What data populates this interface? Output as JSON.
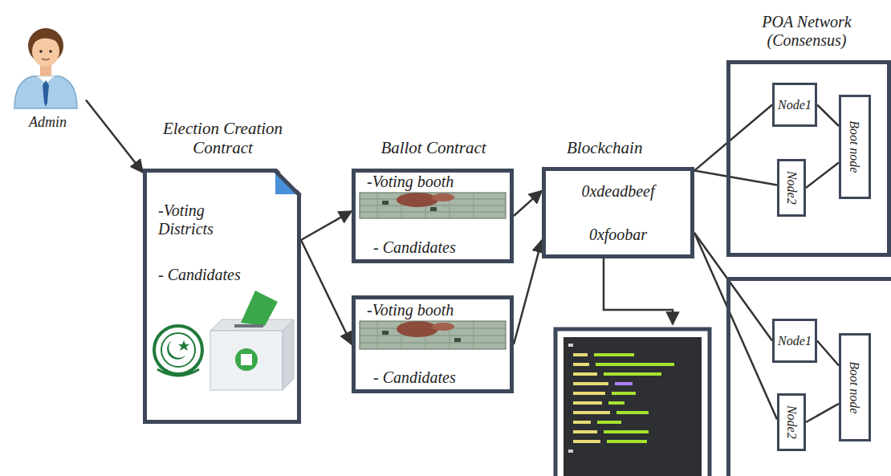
{
  "diagram": {
    "nodes": [
      {
        "text": [
          "Admin"
        ]
      },
      {
        "text": [
          "Election Creation Contract",
          "-Voting Districts",
          "- Candidates"
        ]
      },
      {
        "text": [
          "Ballot Contract",
          "-Voting booth",
          "- Candidates"
        ]
      },
      {
        "text": [
          "-Voting booth",
          "- Candidates"
        ]
      },
      {
        "text": [
          "Blockchain",
          "0xdeadbeef",
          "0xfoobar"
        ]
      },
      {
        "text": [
          "POA Network (Consensus)"
        ]
      },
      {
        "text": [
          "Node1"
        ],
        "in": 5
      },
      {
        "text": [
          "Node2"
        ],
        "in": 5
      },
      {
        "text": [
          "Boot node"
        ],
        "in": 5
      },
      {
        "text": []
      },
      {
        "text": [
          "Node1"
        ],
        "in": 9
      },
      {
        "text": [
          "Node2"
        ],
        "in": 9
      },
      {
        "text": [
          "Boot node"
        ],
        "in": 9
      }
    ],
    "edges": [
      {
        "from": 0,
        "to": 1,
        "arrow": "to"
      },
      {
        "from": 1,
        "to": 2,
        "arrow": "to"
      },
      {
        "from": 1,
        "to": 3,
        "arrow": "to"
      },
      {
        "from": 2,
        "to": 4,
        "arrow": "to"
      },
      {
        "from": 3,
        "to": 4,
        "arrow": "to"
      },
      {
        "from": 4,
        "to": 6,
        "arrow": "none"
      },
      {
        "from": 4,
        "to": 7,
        "arrow": "none"
      },
      {
        "from": 4,
        "to": 10,
        "arrow": "none"
      },
      {
        "from": 4,
        "to": 11,
        "arrow": "none"
      },
      {
        "from": 6,
        "to": 8,
        "arrow": "none"
      },
      {
        "from": 7,
        "to": 8,
        "arrow": "none"
      },
      {
        "from": 10,
        "to": 12,
        "arrow": "none"
      },
      {
        "from": 11,
        "to": 12,
        "arrow": "none"
      }
    ]
  }
}
